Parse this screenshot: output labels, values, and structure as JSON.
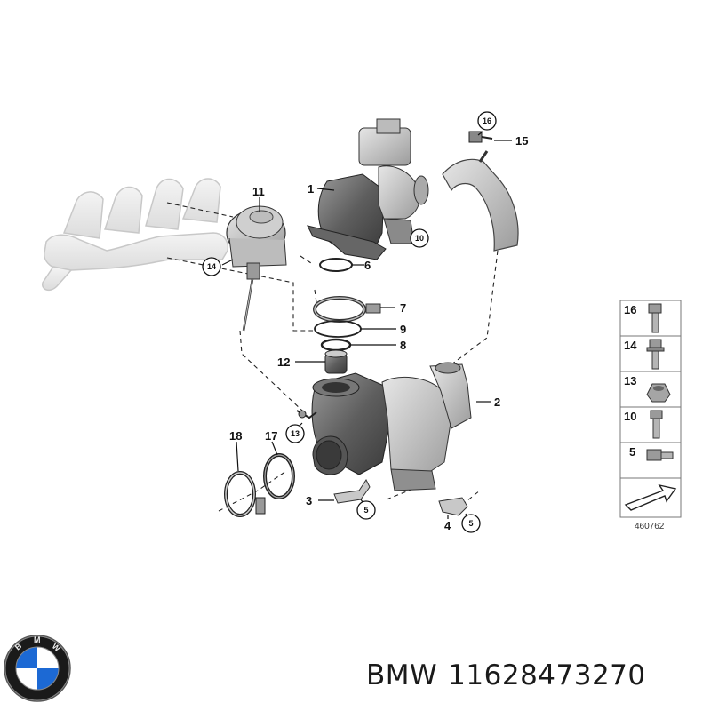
{
  "callouts": {
    "c1": "1",
    "c2": "2",
    "c3": "3",
    "c4": "4",
    "c6": "6",
    "c7": "7",
    "c8": "8",
    "c9": "9",
    "c11": "11",
    "c12": "12",
    "c15": "15",
    "c17": "17",
    "c18": "18"
  },
  "circled": {
    "c5a": "5",
    "c5b": "5",
    "c10": "10",
    "c13": "13",
    "c14": "14",
    "c16": "16"
  },
  "legend": {
    "items": [
      "16",
      "14",
      "13",
      "10",
      "5"
    ]
  },
  "reference_number": "460762",
  "brand": {
    "name": "BMW",
    "part_number": "11628473270",
    "logo_icon": "bmw-roundel-icon",
    "logo_letters": "BMW",
    "colors": {
      "blue": "#1c69d4",
      "ring": "#1a1a1a"
    }
  }
}
